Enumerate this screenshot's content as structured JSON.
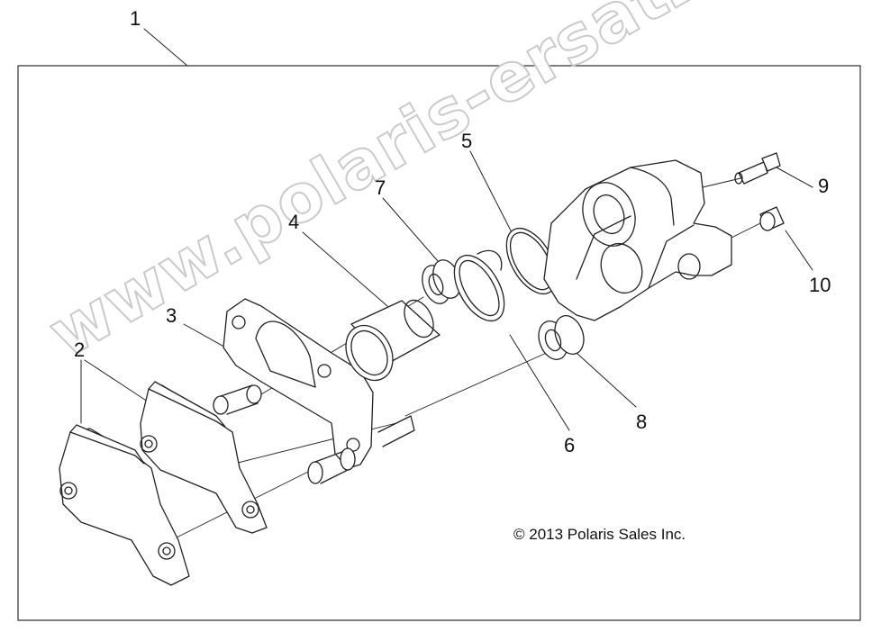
{
  "callouts": {
    "c1": "1",
    "c2": "2",
    "c3": "3",
    "c4": "4",
    "c5": "5",
    "c6": "6",
    "c7": "7",
    "c8": "8",
    "c9": "9",
    "c10": "10"
  },
  "copyright": "© 2013 Polaris Sales Inc.",
  "watermark": "www.polaris-ersatzteile.de"
}
